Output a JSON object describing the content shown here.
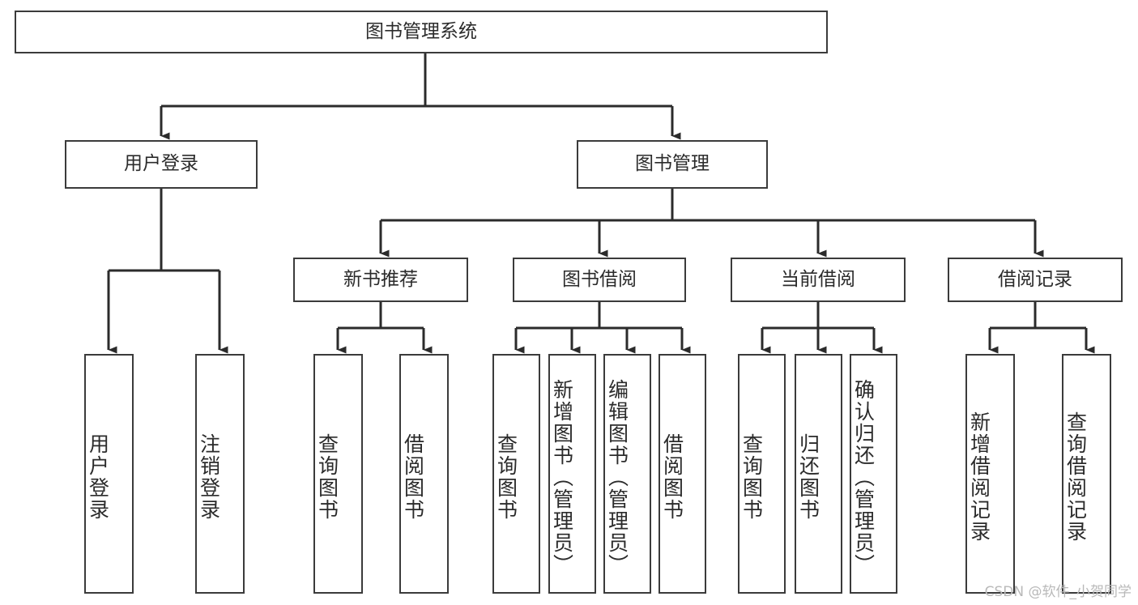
{
  "diagram": {
    "type": "tree-hierarchy-chart",
    "title_text": "图书管理系统",
    "watermark": "CSDN @软件_小贺同学",
    "colors": {
      "box_border": "#3b3b3b",
      "box_fill": "#ffffff",
      "connector": "#2b2b2b",
      "text": "#2b2b2b",
      "watermark": "#b9b9b9"
    },
    "levels": {
      "root": {
        "label": "图书管理系统"
      },
      "level2": [
        {
          "label": "用户登录"
        },
        {
          "label": "图书管理"
        }
      ],
      "level3": [
        {
          "label": "新书推荐"
        },
        {
          "label": "图书借阅"
        },
        {
          "label": "当前借阅"
        },
        {
          "label": "借阅记录"
        }
      ],
      "leaves": {
        "user_login": [
          {
            "label": "用户登录"
          },
          {
            "label": "注销登录"
          }
        ],
        "new_book_recommend": [
          {
            "label": "查询图书"
          },
          {
            "label": "借阅图书"
          }
        ],
        "book_borrow": [
          {
            "label": "查询图书"
          },
          {
            "label": "新增图书（管理员）"
          },
          {
            "label": "编辑图书（管理员）"
          },
          {
            "label": "借阅图书"
          }
        ],
        "current_borrow": [
          {
            "label": "查询图书"
          },
          {
            "label": "归还图书"
          },
          {
            "label": "确认归还（管理员）"
          }
        ],
        "borrow_record": [
          {
            "label": "新增借阅记录"
          },
          {
            "label": "查询借阅记录"
          }
        ]
      }
    }
  }
}
